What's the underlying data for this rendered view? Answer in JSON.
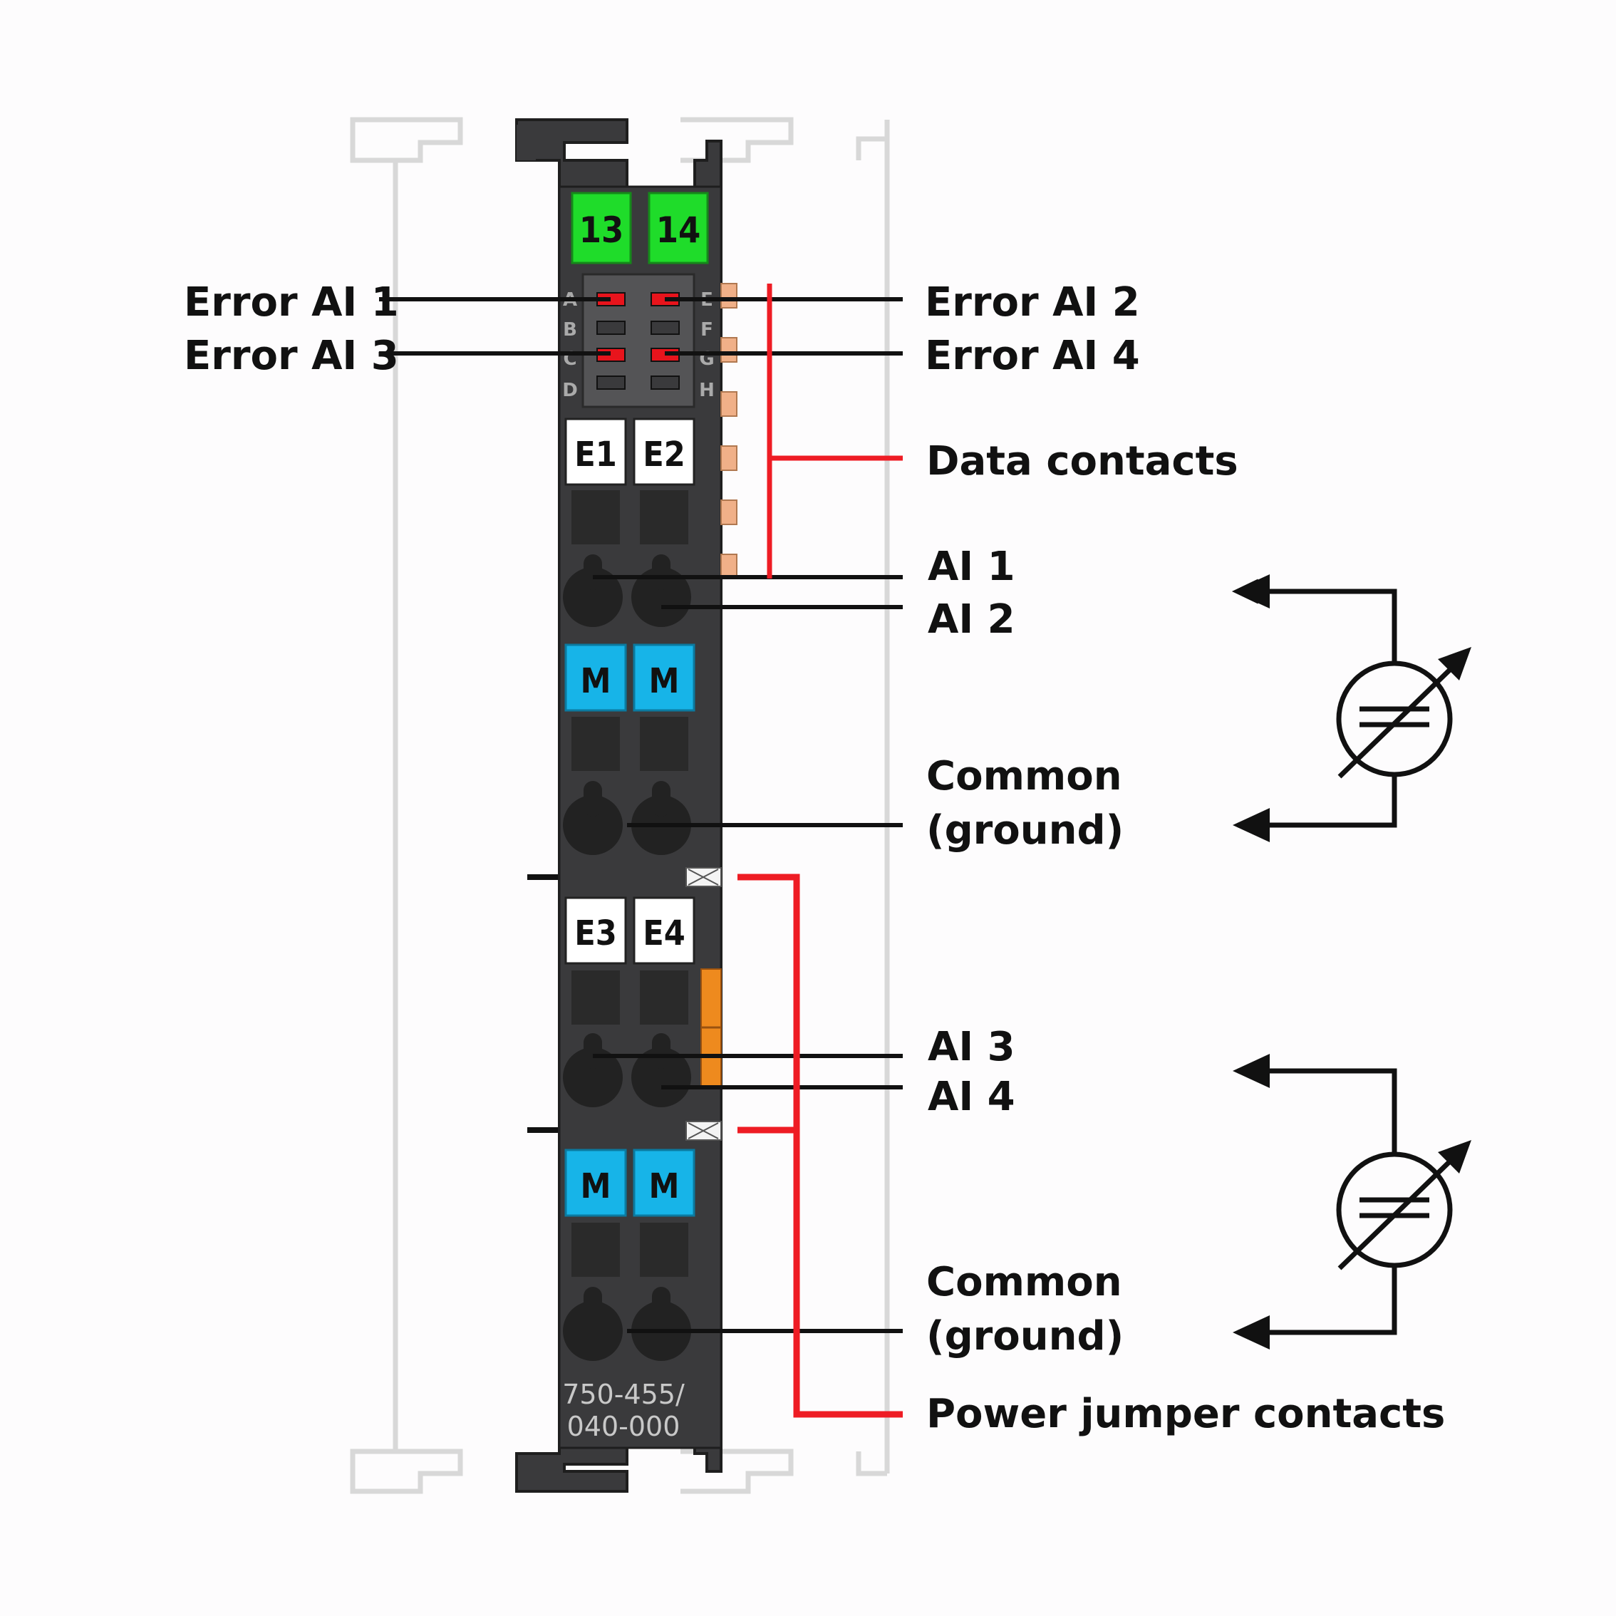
{
  "module": {
    "terminal_tags_top": [
      "13",
      "14"
    ],
    "led_letters_left": [
      "A",
      "B",
      "C",
      "D"
    ],
    "led_letters_right": [
      "E",
      "F",
      "G",
      "H"
    ],
    "upper_labels": [
      "E1",
      "E2"
    ],
    "lower_labels": [
      "E3",
      "E4"
    ],
    "common_tags": [
      "M",
      "M"
    ],
    "part_number_line1": "750-455/",
    "part_number_line2": "040-000",
    "colors": {
      "housing": "#3a3a3c",
      "green_tag": "#1fdc2a",
      "blue_tag": "#17b4e8",
      "led_red": "#e8141c",
      "data_contact": "#f0b088",
      "power_jumper": "#ee8a1e",
      "callout_red": "#ee1c24"
    }
  },
  "labels": {
    "error_ai1": "Error AI 1",
    "error_ai3": "Error AI 3",
    "error_ai2": "Error AI 2",
    "error_ai4": "Error AI 4",
    "data_contacts": "Data contacts",
    "ai1": "AI 1",
    "ai2": "AI 2",
    "common1_line1": "Common",
    "common1_line2": "(ground)",
    "ai3": "AI 3",
    "ai4": "AI 4",
    "common2_line1": "Common",
    "common2_line2": "(ground)",
    "power_jumper_contacts": "Power jumper contacts"
  },
  "sensor_symbols": [
    "variable-capacitor-sensor-icon",
    "variable-capacitor-sensor-icon"
  ]
}
